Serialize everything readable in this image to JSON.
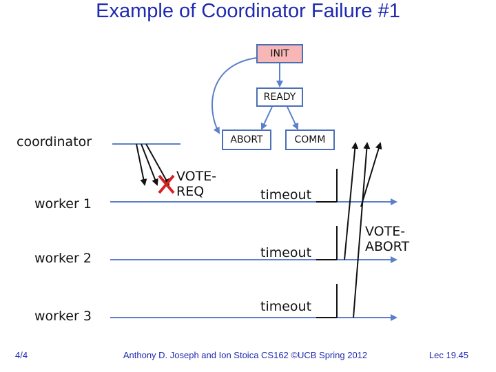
{
  "title": "Example of Coordinator Failure #1",
  "states": {
    "init": "INIT",
    "ready": "READY",
    "abort": "ABORT",
    "commit": "COMM"
  },
  "roles": {
    "coordinator": "coordinator",
    "worker1": "worker 1",
    "worker2": "worker 2",
    "worker3": "worker 3"
  },
  "messages": {
    "vote_req_line1": "VOTE-",
    "vote_req_line2": "REQ",
    "timeout1": "timeout",
    "timeout2": "timeout",
    "timeout3": "timeout",
    "vote_abort_line1": "VOTE-",
    "vote_abort_line2": "ABORT"
  },
  "footer": {
    "left": "4/4",
    "center": "Anthony D. Joseph and Ion Stoica CS162 ©UCB Spring 2012",
    "right": "Lec 19.45"
  },
  "colors": {
    "title": "#1f2ab0",
    "timeline": "#5b7fc9",
    "init_fill": "#f7b7b7",
    "state_border": "#4a6fb5",
    "failure_mark": "#d62020"
  }
}
